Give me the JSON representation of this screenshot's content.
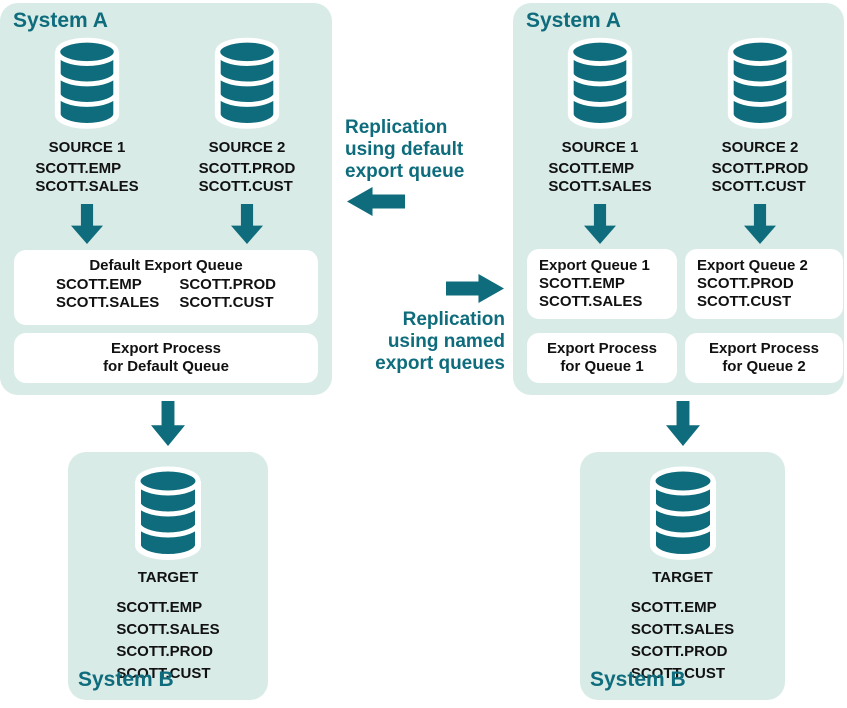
{
  "colors": {
    "teal": "#0E6C7C",
    "mint": "#D8EBE7",
    "ink": "#111111",
    "white": "#FFFFFF"
  },
  "left": {
    "system_a": {
      "title": "System A",
      "sources": [
        {
          "label": "SOURCE 1",
          "tables": [
            "SCOTT.EMP",
            "SCOTT.SALES"
          ]
        },
        {
          "label": "SOURCE 2",
          "tables": [
            "SCOTT.PROD",
            "SCOTT.CUST"
          ]
        }
      ],
      "default_queue": {
        "title": "Default Export Queue",
        "columns": [
          [
            "SCOTT.EMP",
            "SCOTT.SALES"
          ],
          [
            "SCOTT.PROD",
            "SCOTT.CUST"
          ]
        ]
      },
      "process": {
        "lines": [
          "Export Process",
          "for Default Queue"
        ]
      }
    },
    "system_b": {
      "title": "System B",
      "target": "TARGET",
      "tables": [
        "SCOTT.EMP",
        "SCOTT.SALES",
        "SCOTT.PROD",
        "SCOTT.CUST"
      ]
    }
  },
  "middle": {
    "caption_default": {
      "lines": [
        "Replication",
        "using default",
        "export queue"
      ]
    },
    "caption_named": {
      "lines": [
        "Replication",
        "using named",
        "export queues"
      ]
    }
  },
  "right": {
    "system_a": {
      "title": "System A",
      "sources": [
        {
          "label": "SOURCE 1",
          "tables": [
            "SCOTT.EMP",
            "SCOTT.SALES"
          ]
        },
        {
          "label": "SOURCE 2",
          "tables": [
            "SCOTT.PROD",
            "SCOTT.CUST"
          ]
        }
      ],
      "queues": [
        {
          "title": "Export Queue 1",
          "tables": [
            "SCOTT.EMP",
            "SCOTT.SALES"
          ]
        },
        {
          "title": "Export Queue 2",
          "tables": [
            "SCOTT.PROD",
            "SCOTT.CUST"
          ]
        }
      ],
      "processes": [
        {
          "lines": [
            "Export Process",
            "for Queue 1"
          ]
        },
        {
          "lines": [
            "Export Process",
            "for Queue 2"
          ]
        }
      ]
    },
    "system_b": {
      "title": "System B",
      "target": "TARGET",
      "tables": [
        "SCOTT.EMP",
        "SCOTT.SALES",
        "SCOTT.PROD",
        "SCOTT.CUST"
      ]
    }
  }
}
